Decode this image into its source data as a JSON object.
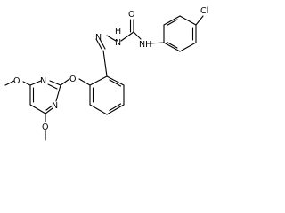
{
  "molecule": {
    "atoms": {
      "cl": "Cl",
      "nh_amide": "NH",
      "o_carbonyl": "O",
      "n_hydrazine": "N",
      "h_hydrazine": "H",
      "n_imine": "N",
      "o_ether": "O",
      "n_pyrimidine_top": "N",
      "n_pyrimidine_bottom": "N",
      "o_methoxy_top": "O",
      "o_methoxy_bottom": "O"
    }
  }
}
